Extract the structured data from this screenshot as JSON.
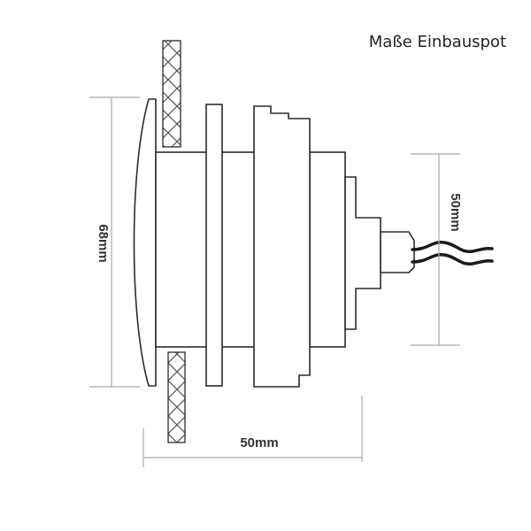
{
  "title": "Maße Einbauspot",
  "dimensions": {
    "height": "68mm",
    "depth": "50mm",
    "rear_diameter": "50mm"
  },
  "colors": {
    "outline": "#2b2b2b",
    "dimension_line": "#a9a9a9",
    "cable": "#1a1a1a"
  }
}
